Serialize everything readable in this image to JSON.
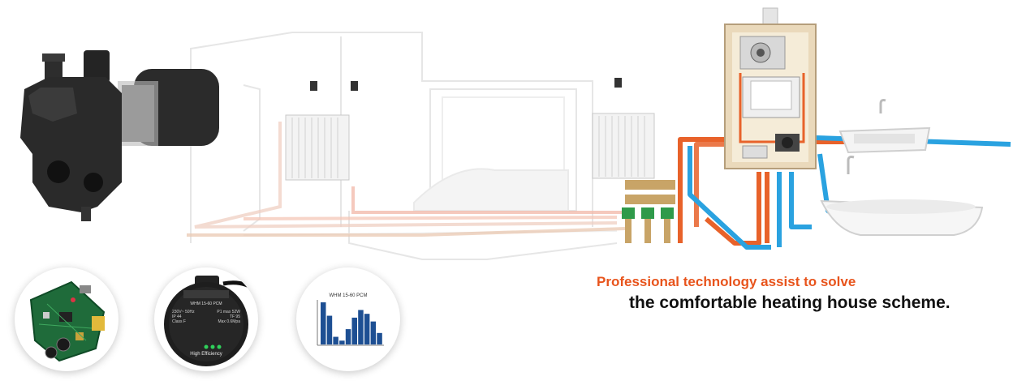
{
  "banner": {
    "headline": "Professional technology assist to solve",
    "subline": "the comfortable heating house scheme.",
    "accent_color": "#e8541c",
    "subline_color": "#111111"
  },
  "pump_label": {
    "model": "WHM 15-60 PCM",
    "spec_lines": [
      "230V~ 50Hz",
      "P1 max 52W",
      "IP 44",
      "TF 95",
      "Class F",
      "Max 0.6Mpa"
    ],
    "efficiency": "High Efficiency"
  },
  "chart_data": {
    "type": "bar",
    "title": "WHM 15-60 PCM",
    "values": [
      22,
      15,
      4,
      2,
      8,
      14,
      18,
      16,
      12,
      6
    ],
    "xlabel": "",
    "ylabel": ""
  },
  "icons": [
    "water-pump-icon",
    "gas-boiler-icon",
    "radiator-icon",
    "manifold-icon",
    "sink-icon",
    "bathtub-icon",
    "thermostat-icon",
    "pcb-board-icon"
  ]
}
